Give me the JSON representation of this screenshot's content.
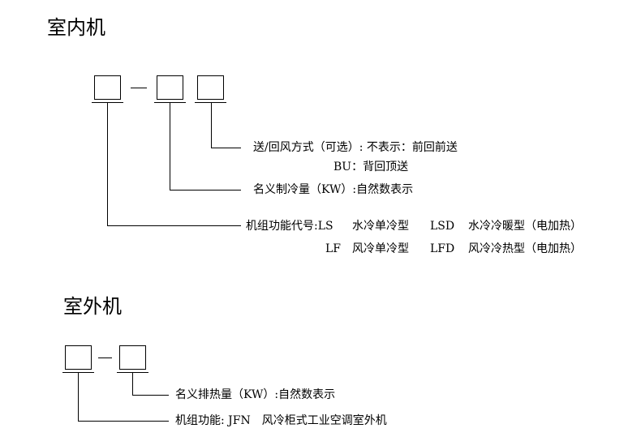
{
  "indoor": {
    "title": "室内机",
    "annotations": {
      "option": "送/回风方式（可选）: 不表示：前回前送",
      "option_bu": "BU：背回顶送",
      "capacity": "名义制冷量（KW）:自然数表示",
      "function_row1_prefix": "机组功能代号:LS",
      "function_row1_ls_desc": "水冷单冷型",
      "function_row1_code2": "LSD",
      "function_row1_code2_desc": "水冷冷暖型（电加热）",
      "function_row2_code1": "LF",
      "function_row2_code1_desc": "风冷单冷型",
      "function_row2_code2": "LFD",
      "function_row2_code2_desc": "风冷冷热型（电加热）"
    }
  },
  "outdoor": {
    "title": "室外机",
    "annotations": {
      "capacity": "名义排热量（KW）:自然数表示",
      "function": "机组功能: JFN　风冷柜式工业空调室外机"
    }
  }
}
